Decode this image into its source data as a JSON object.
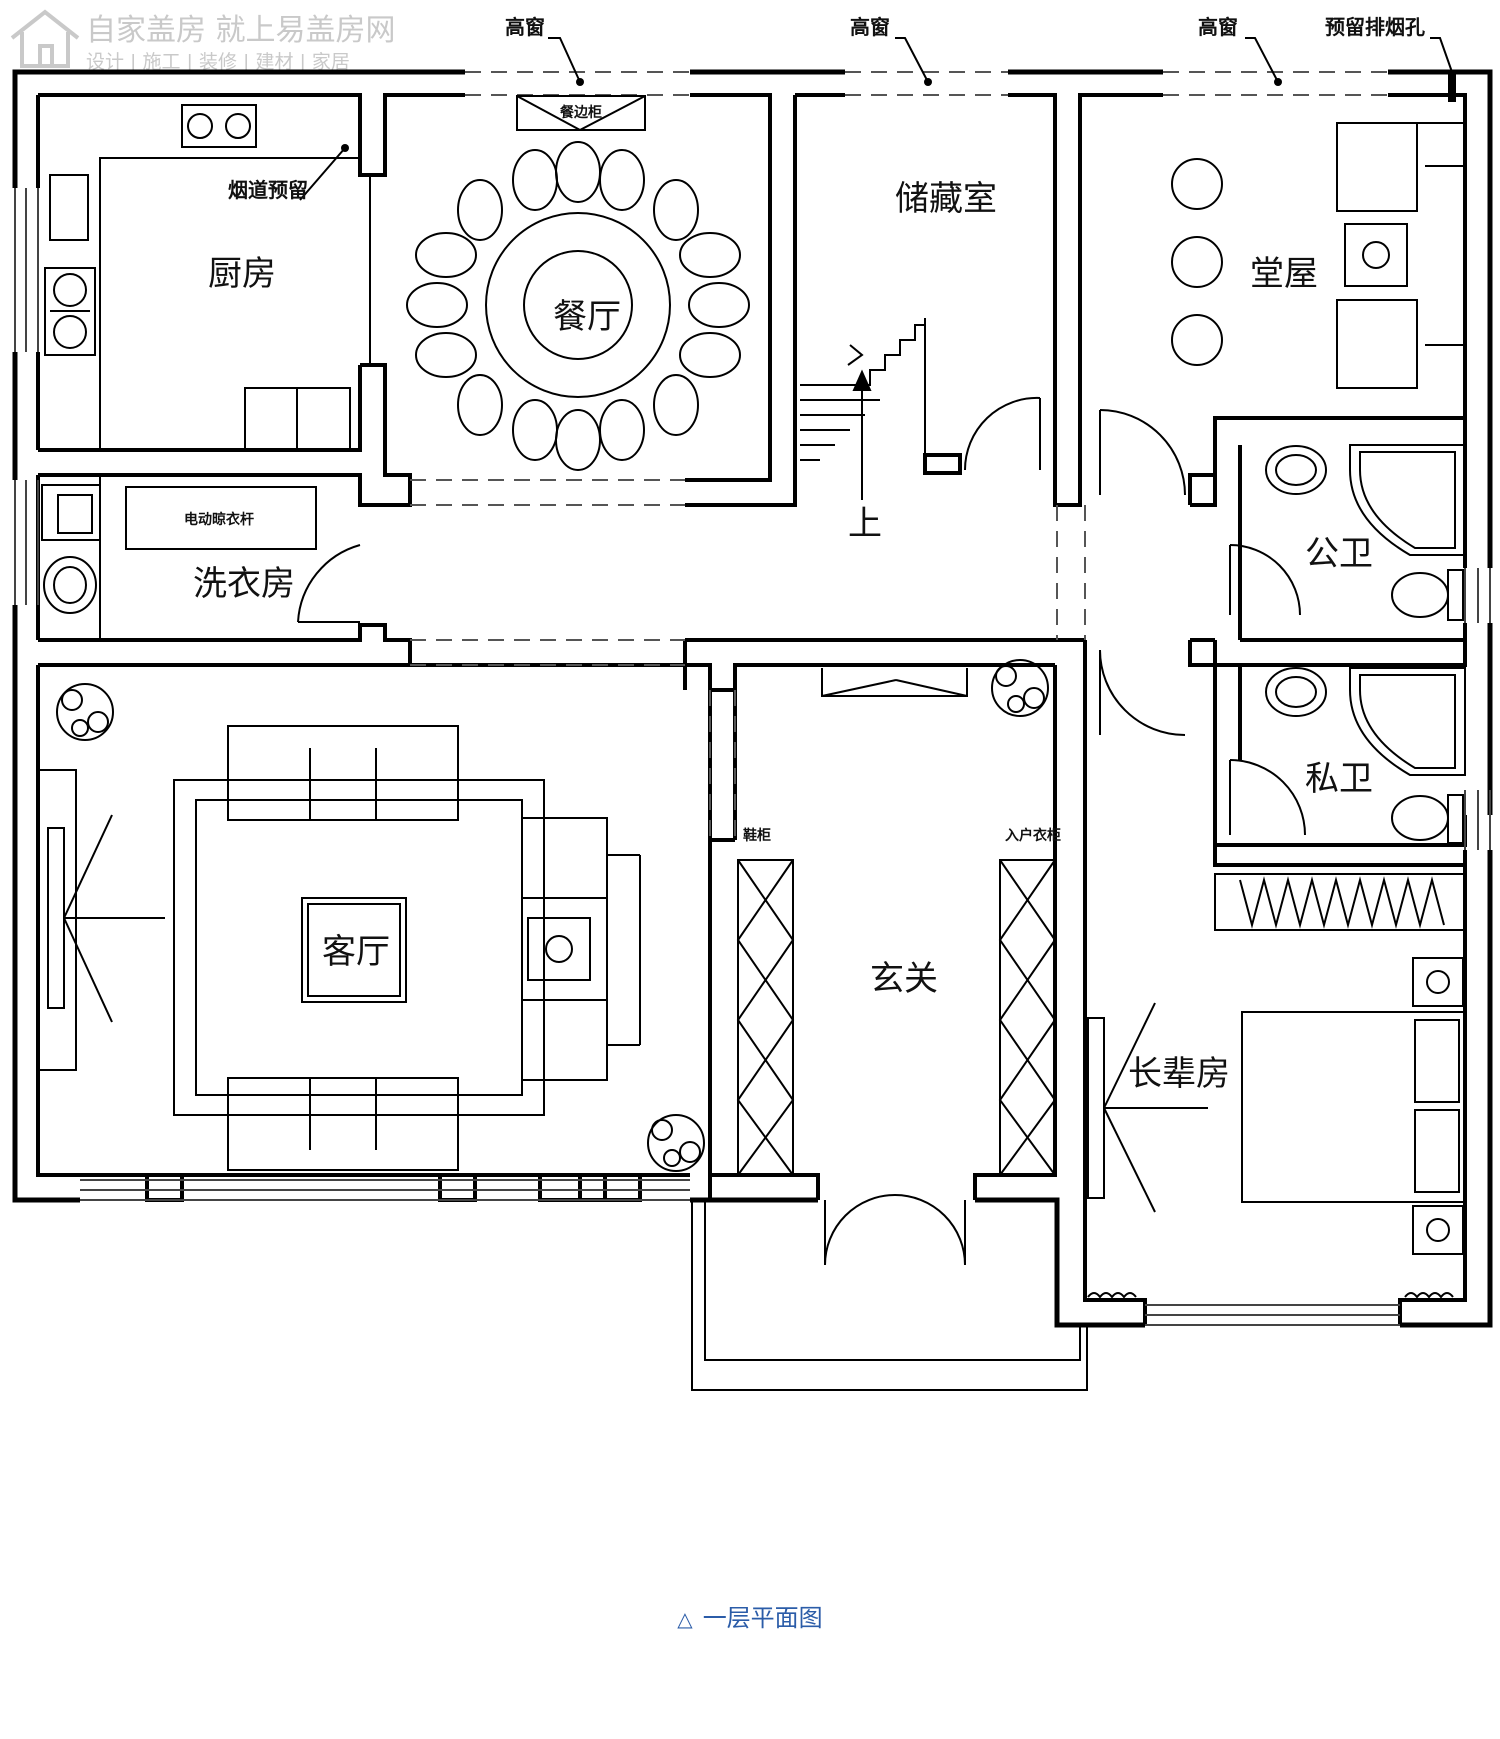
{
  "watermark": {
    "line1": "自家盖房 就上易盖房网",
    "line2": "设计 | 施工 | 装修 | 建材 | 家居"
  },
  "annotations": {
    "high_window": "高窗",
    "flue_hole": "预留排烟孔",
    "flue_reserve": "烟道预留",
    "sideboard": "餐边柜",
    "drying_rack": "电动晾衣杆",
    "shoe_cabinet": "鞋柜",
    "entry_wardrobe": "入户衣柜",
    "stair_up": "上"
  },
  "rooms": {
    "kitchen": "厨房",
    "dining": "餐厅",
    "storage": "储藏室",
    "hall": "堂屋",
    "laundry": "洗衣房",
    "public_bath": "公卫",
    "private_bath": "私卫",
    "living": "客厅",
    "foyer": "玄关",
    "elder_room": "长辈房"
  },
  "caption": "一层平面图"
}
